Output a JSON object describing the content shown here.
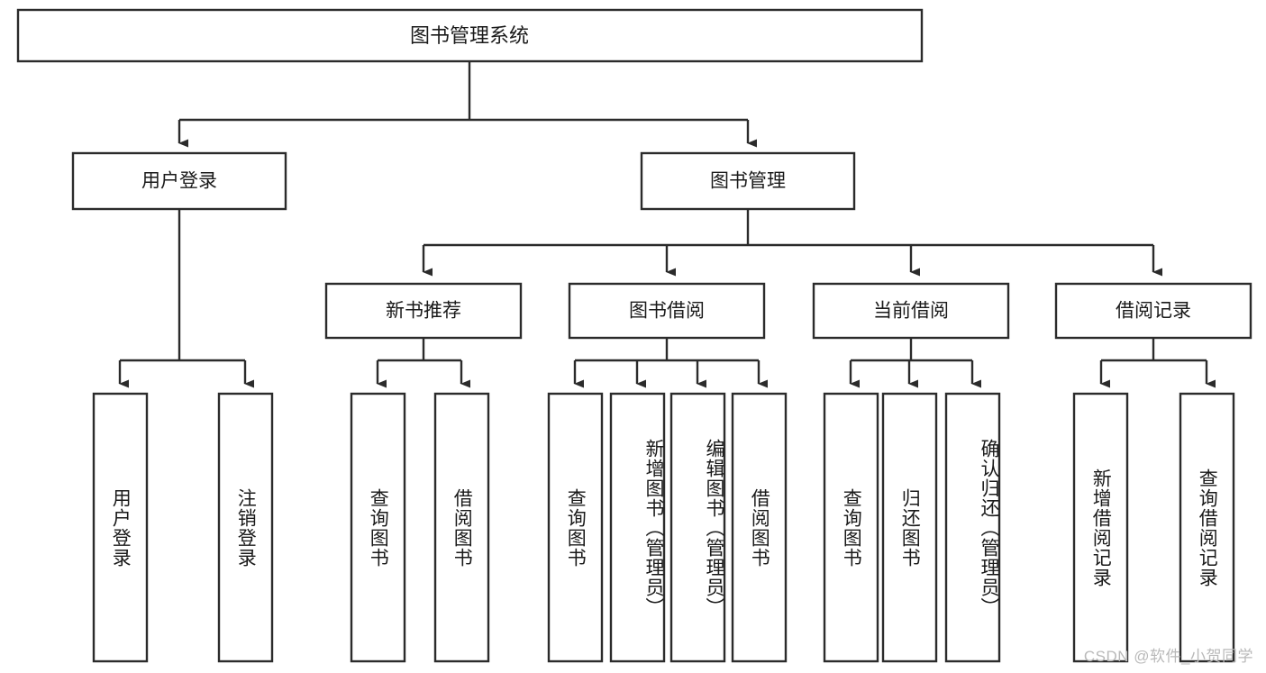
{
  "diagram": {
    "type": "tree-hierarchy-chart",
    "root": {
      "label": "图书管理系统"
    },
    "level2": [
      {
        "label": "用户登录"
      },
      {
        "label": "图书管理"
      }
    ],
    "level3": [
      {
        "label": "新书推荐"
      },
      {
        "label": "图书借阅"
      },
      {
        "label": "当前借阅"
      },
      {
        "label": "借阅记录"
      }
    ],
    "leaves": {
      "user_login": [
        {
          "label": "用户登录"
        },
        {
          "label": "注销登录"
        }
      ],
      "new_book_recommend": [
        {
          "label": "查询图书"
        },
        {
          "label": "借阅图书"
        }
      ],
      "book_borrow": [
        {
          "label": "查询图书"
        },
        {
          "label": "新增图书（管理员）"
        },
        {
          "label": "编辑图书（管理员）"
        },
        {
          "label": "借阅图书"
        }
      ],
      "current_borrow": [
        {
          "label": "查询图书"
        },
        {
          "label": "归还图书"
        },
        {
          "label": "确认归还（管理员）"
        }
      ],
      "borrow_record": [
        {
          "label": "新增借阅记录"
        },
        {
          "label": "查询借阅记录"
        }
      ]
    }
  },
  "watermark": {
    "text": "CSDN @软件_小贺同学"
  },
  "colors": {
    "stroke": "#2b2b2b",
    "fill": "#ffffff",
    "text": "#1a1a1a",
    "watermark": "#b9b9b9"
  }
}
